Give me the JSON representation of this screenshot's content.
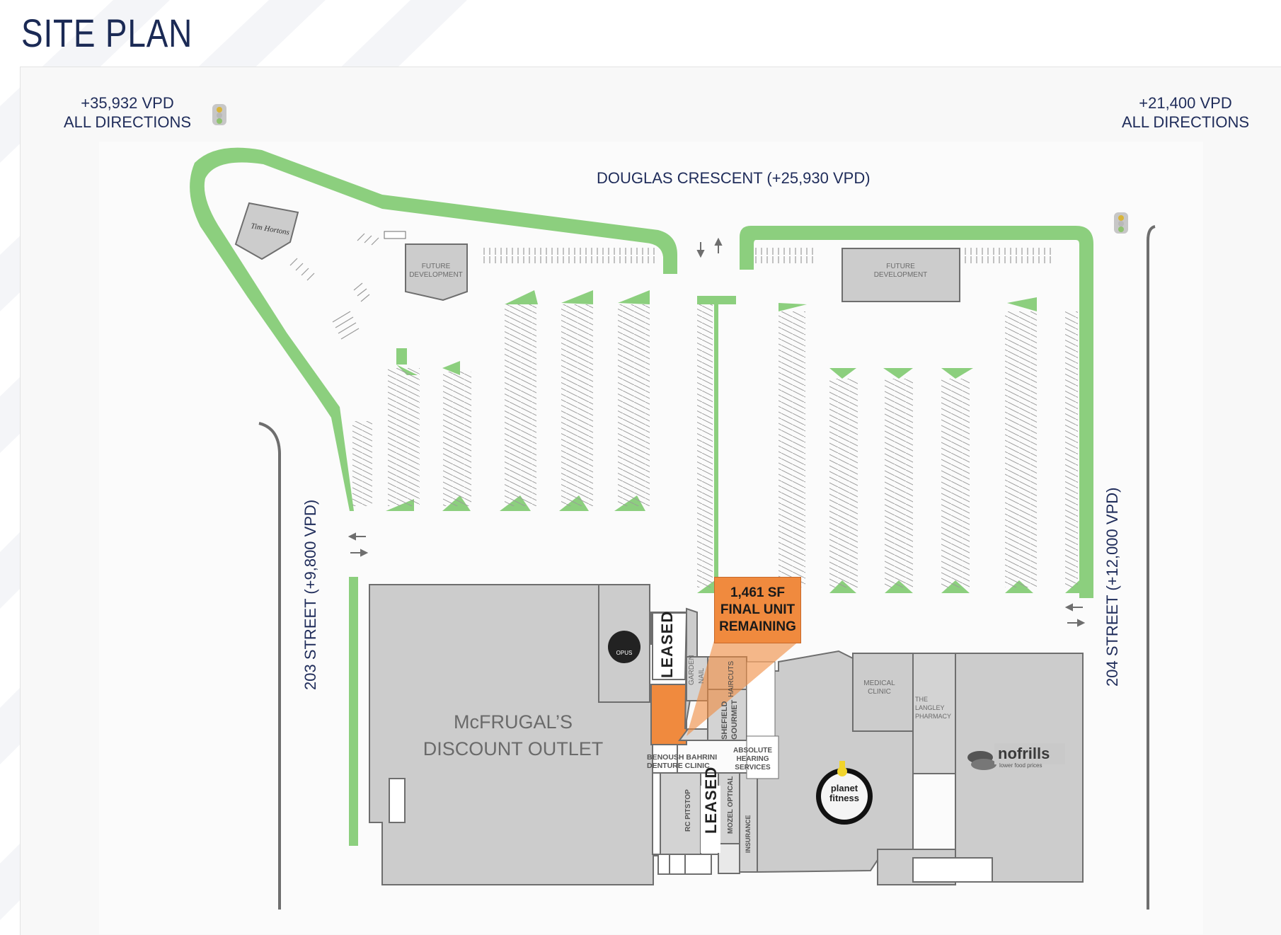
{
  "page_title": "SITE PLAN",
  "traffic": {
    "left_count": "+35,932 VPD",
    "left_dir": "ALL DIRECTIONS",
    "right_count": "+21,400 VPD",
    "right_dir": "ALL DIRECTIONS"
  },
  "streets": {
    "north": "DOUGLAS CRESCENT (+25,930 VPD)",
    "west": "203 STREET (+9,800 VPD)",
    "east": "204 STREET (+12,000 VPD)"
  },
  "pads": {
    "tim_hortons": "Tim Hortons",
    "future_dev_left_1": "FUTURE",
    "future_dev_left_2": "DEVELOPMENT",
    "future_dev_right_1": "FUTURE",
    "future_dev_right_2": "DEVELOPMENT"
  },
  "anchor": {
    "line1": "McFRUGAL’S",
    "line2": "DISCOUNT OUTLET"
  },
  "callout": {
    "line1": "1,461 SF",
    "line2": "FINAL UNIT",
    "line3": "REMAINING"
  },
  "tenants": {
    "leased_top": "LEASED",
    "leased_bottom": "LEASED",
    "opus": "OPUS",
    "garden": "GARDEN",
    "nail": "NAIL",
    "haircuts": "HAIRCUTS",
    "shefield_1": "SHEFIELD",
    "shefield_2": "GOURMET",
    "benoush_1": "BENOUSH BAHRINI",
    "benoush_2": "DENTURE CLINIC",
    "absolute_1": "ABSOLUTE",
    "absolute_2": "HEARING",
    "absolute_3": "SERVICES",
    "rc_pitstop": "RC PITSTOP",
    "mozel": "MOZEL OPTICAL",
    "insurance": "INSURANCE",
    "medical_1": "MEDICAL",
    "medical_2": "CLINIC",
    "pharmacy_1": "THE",
    "pharmacy_2": "LANGLEY",
    "pharmacy_3": "PHARMACY",
    "planet_1": "planet",
    "planet_2": "fitness",
    "nofrills_1": "nofrills",
    "nofrills_2": "lower food prices"
  },
  "colors": {
    "landscape_green": "#8ccf7e",
    "building_gray": "#cccccc",
    "available_orange": "#f08a3e",
    "navy_text": "#1f2c5a"
  }
}
